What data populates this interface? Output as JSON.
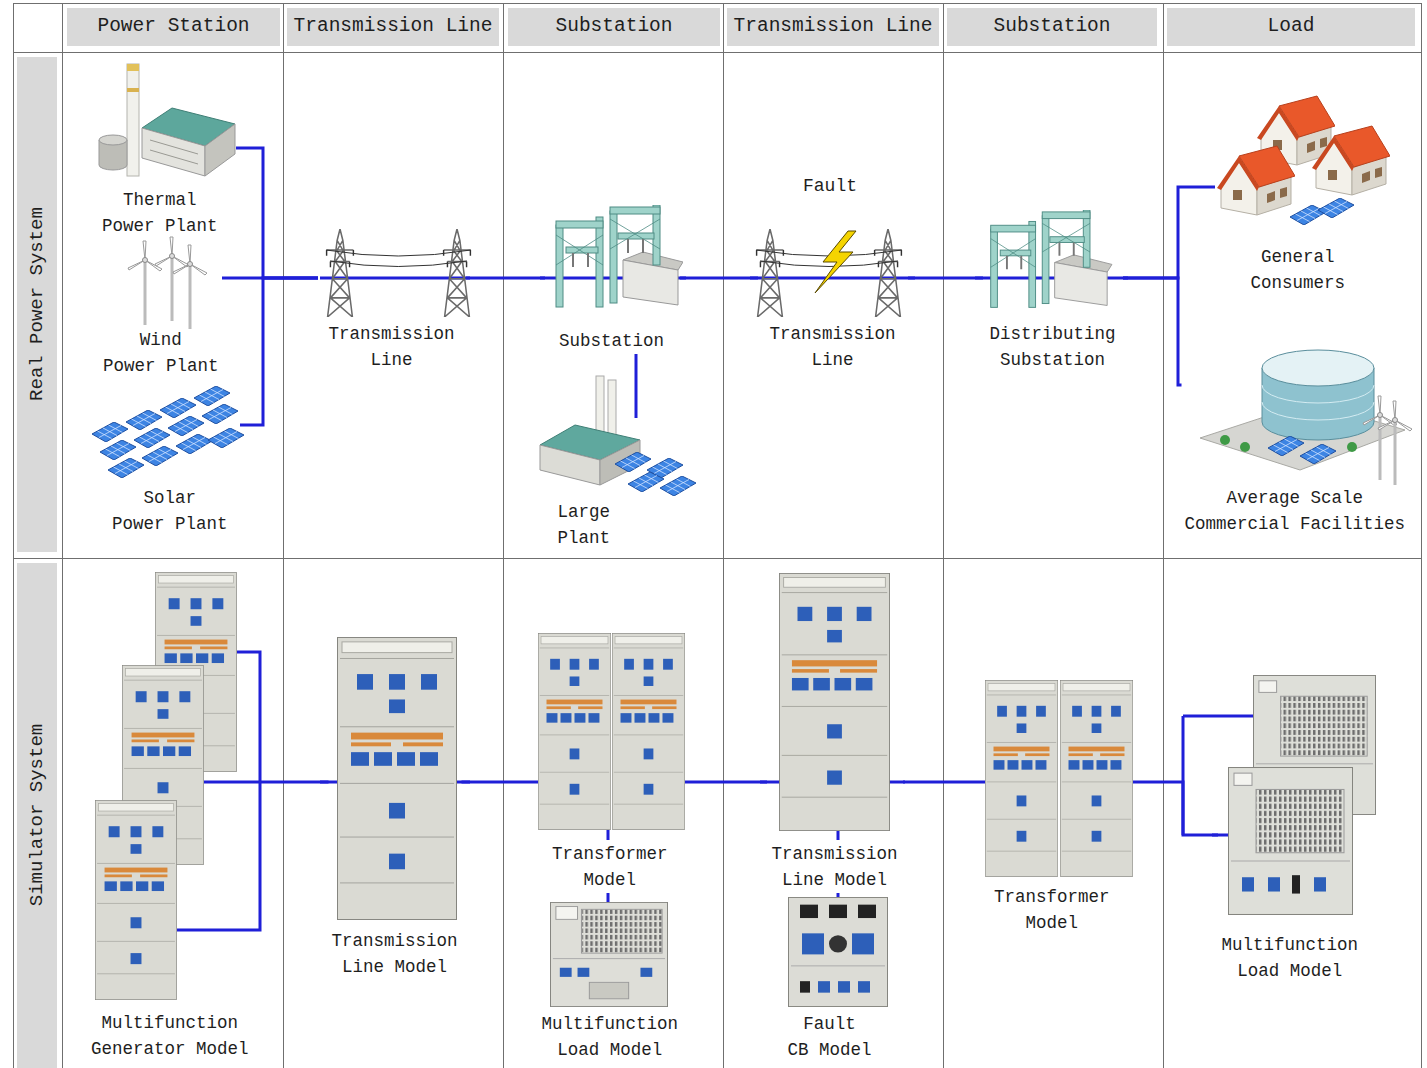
{
  "diagram": {
    "nodes": [
      {
        "text": [
          "Thermal Power Plant"
        ]
      },
      {
        "text": [
          "Wind Power Plant"
        ]
      },
      {
        "text": [
          "Solar Power Plant"
        ]
      },
      {
        "text": [
          "Transmission Line"
        ]
      },
      {
        "text": [
          "Substation"
        ]
      },
      {
        "text": [
          "Large Plant"
        ]
      },
      {
        "text": [
          "Transmission Line"
        ]
      },
      {
        "text": [
          "Distributing Substation"
        ]
      },
      {
        "text": [
          "General Consumers"
        ]
      },
      {
        "text": [
          "Average Scale Commercial Facilities"
        ]
      },
      {
        "text": [
          "Multifunction Generator Model"
        ]
      },
      {
        "text": [
          "Transmission Line Model"
        ]
      },
      {
        "text": [
          "Transformer Model"
        ]
      },
      {
        "text": [
          "Multifunction Load Model"
        ]
      },
      {
        "text": [
          "Transmission Line Model"
        ]
      },
      {
        "text": [
          "Fault CB Model"
        ]
      },
      {
        "text": [
          "Transformer Model"
        ]
      },
      {
        "text": [
          "Multifunction Load Model"
        ]
      }
    ],
    "edges": [
      {
        "from": 0,
        "to": 3,
        "arrow": "none"
      },
      {
        "from": 1,
        "to": 3,
        "arrow": "none"
      },
      {
        "from": 2,
        "to": 3,
        "arrow": "none"
      },
      {
        "from": 3,
        "to": 4,
        "arrow": "none"
      },
      {
        "from": 5,
        "to": 4,
        "arrow": "none"
      },
      {
        "from": 4,
        "to": 6,
        "arrow": "none"
      },
      {
        "from": 6,
        "to": 7,
        "arrow": "none"
      },
      {
        "from": 7,
        "to": 8,
        "arrow": "none"
      },
      {
        "from": 7,
        "to": 9,
        "arrow": "none"
      },
      {
        "from": 10,
        "to": 11,
        "arrow": "none"
      },
      {
        "from": 11,
        "to": 12,
        "arrow": "none"
      },
      {
        "from": 13,
        "to": 12,
        "arrow": "none"
      },
      {
        "from": 12,
        "to": 14,
        "arrow": "none"
      },
      {
        "from": 15,
        "to": 14,
        "arrow": "none"
      },
      {
        "from": 14,
        "to": 16,
        "arrow": "none"
      },
      {
        "from": 16,
        "to": 17,
        "arrow": "none"
      }
    ],
    "labels": [
      "Power Station",
      "Transmission Line",
      "Substation",
      "Transmission Line",
      "Substation",
      "Load",
      "Real Power System",
      "Simulator System",
      "Fault"
    ]
  }
}
